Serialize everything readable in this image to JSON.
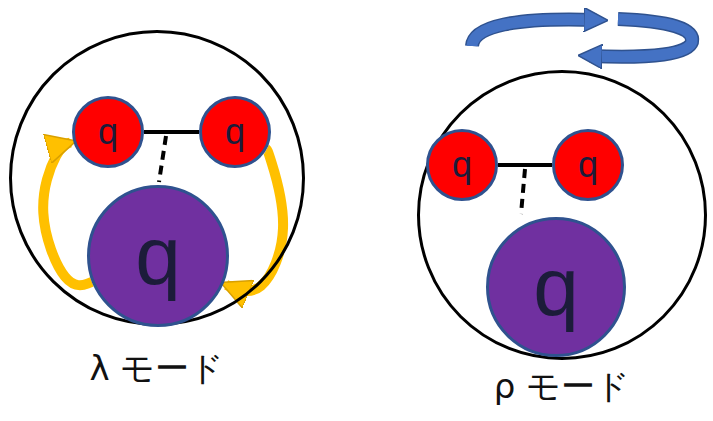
{
  "diagram": {
    "nodes": [
      {
        "text": [
          "λ モード"
        ]
      },
      {
        "text": [
          "q"
        ],
        "in": 0
      },
      {
        "text": [
          "q"
        ],
        "in": 0
      },
      {
        "text": [
          "q"
        ],
        "in": 0
      },
      {
        "text": [
          "ρ モード"
        ]
      },
      {
        "text": [
          "q"
        ],
        "in": 4
      },
      {
        "text": [
          "q"
        ],
        "in": 4
      },
      {
        "text": [
          "q"
        ],
        "in": 4
      }
    ],
    "edges": [
      {
        "from": 1,
        "to": 2,
        "arrow": "none"
      },
      {
        "from": 3,
        "to": 1,
        "arrow": "to"
      },
      {
        "from": 2,
        "to": 3,
        "arrow": "to"
      },
      {
        "from": 5,
        "to": 6,
        "arrow": "none"
      }
    ]
  }
}
